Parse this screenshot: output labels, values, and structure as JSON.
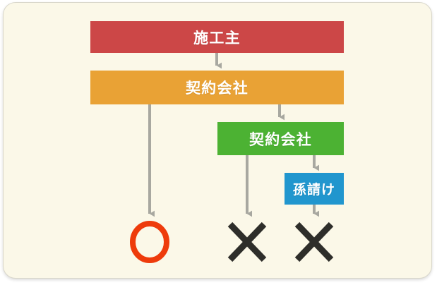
{
  "diagram": {
    "title": "",
    "background_color": "#fbf8e8",
    "connector_color": "#a8a8a0",
    "nodes": [
      {
        "id": "owner",
        "label": "施工主",
        "color": "#cc4747",
        "role": "client"
      },
      {
        "id": "contract-1",
        "label": "契約会社",
        "color": "#e9a235",
        "role": "prime-contractor"
      },
      {
        "id": "contract-2",
        "label": "契約会社",
        "color": "#4cb233",
        "role": "subcontractor"
      },
      {
        "id": "sub",
        "label": "孫請け",
        "color": "#2196ce",
        "role": "sub-subcontractor"
      }
    ],
    "edges": [
      {
        "from": "owner",
        "to": "contract-1"
      },
      {
        "from": "contract-1",
        "to": "contract-2"
      },
      {
        "from": "contract-1",
        "to": "mark-ok"
      },
      {
        "from": "contract-2",
        "to": "mark-ng-1"
      },
      {
        "from": "contract-2",
        "to": "sub"
      },
      {
        "from": "sub",
        "to": "mark-ng-2"
      }
    ],
    "marks": [
      {
        "id": "mark-ok",
        "symbol": "○",
        "meaning": "ok",
        "color": "#ee3b0b"
      },
      {
        "id": "mark-ng-1",
        "symbol": "✕",
        "meaning": "ng",
        "color": "#2e2e2a"
      },
      {
        "id": "mark-ng-2",
        "symbol": "✕",
        "meaning": "ng",
        "color": "#2e2e2a"
      }
    ]
  }
}
